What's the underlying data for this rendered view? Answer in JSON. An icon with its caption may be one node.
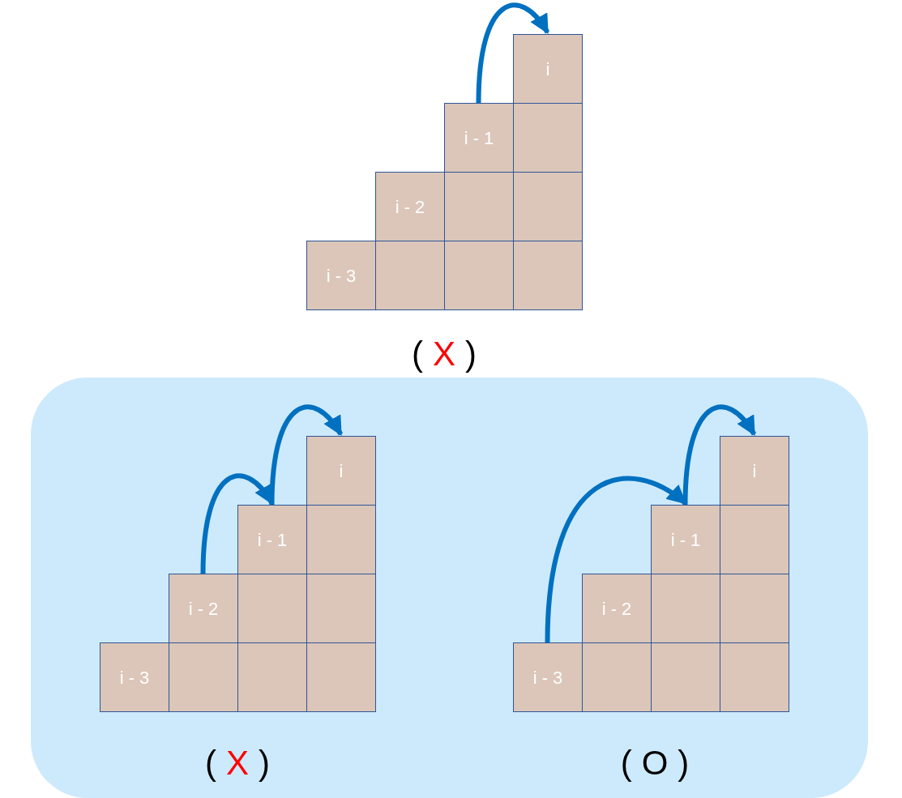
{
  "diagram": {
    "nodes": [
      {
        "text": [
          "i"
        ]
      },
      {
        "text": [
          "i - 1"
        ]
      },
      {
        "text": [],
        "shape": "box"
      },
      {
        "text": [
          "i - 2"
        ]
      },
      {
        "text": [],
        "shape": "box"
      },
      {
        "text": [],
        "shape": "box"
      },
      {
        "text": [
          "i - 3"
        ]
      },
      {
        "text": [],
        "shape": "box"
      },
      {
        "text": [],
        "shape": "box"
      },
      {
        "text": [],
        "shape": "box"
      },
      {
        "text": [],
        "shape": "box"
      },
      {
        "text": [
          "i"
        ],
        "in": 10
      },
      {
        "text": [
          "i - 1"
        ],
        "in": 10
      },
      {
        "text": [],
        "shape": "box",
        "in": 10
      },
      {
        "text": [
          "i - 2"
        ],
        "in": 10
      },
      {
        "text": [],
        "shape": "box",
        "in": 10
      },
      {
        "text": [],
        "shape": "box",
        "in": 10
      },
      {
        "text": [
          "i - 3"
        ],
        "in": 10
      },
      {
        "text": [],
        "shape": "box",
        "in": 10
      },
      {
        "text": [],
        "shape": "box",
        "in": 10
      },
      {
        "text": [],
        "shape": "box",
        "in": 10
      },
      {
        "text": [
          "i"
        ],
        "in": 10
      },
      {
        "text": [
          "i - 1"
        ],
        "in": 10
      },
      {
        "text": [],
        "shape": "box",
        "in": 10
      },
      {
        "text": [
          "i - 2"
        ],
        "in": 10
      },
      {
        "text": [],
        "shape": "box",
        "in": 10
      },
      {
        "text": [],
        "shape": "box",
        "in": 10
      },
      {
        "text": [
          "i - 3"
        ],
        "in": 10
      },
      {
        "text": [],
        "shape": "box",
        "in": 10
      },
      {
        "text": [],
        "shape": "box",
        "in": 10
      },
      {
        "text": [],
        "shape": "box",
        "in": 10
      }
    ],
    "edges": [
      {
        "from": 1,
        "to": 0,
        "arrow": "to"
      },
      {
        "from": 14,
        "to": 12,
        "arrow": "to"
      },
      {
        "from": 12,
        "to": 11,
        "arrow": "to"
      },
      {
        "from": 27,
        "to": 22,
        "arrow": "to"
      },
      {
        "from": 22,
        "to": 21,
        "arrow": "to"
      }
    ],
    "labels": [
      "(",
      "X",
      ")",
      "(",
      "X",
      ")",
      "(",
      "O",
      ")"
    ]
  }
}
